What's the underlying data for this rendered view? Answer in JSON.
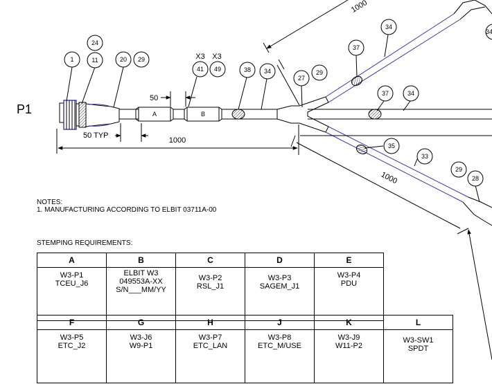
{
  "connector_label": "P1",
  "callouts": {
    "c1": "1",
    "c24": "24",
    "c11": "11",
    "c20": "20",
    "c29a": "29",
    "c41": "41",
    "c49": "49",
    "c38": "38",
    "c34a": "34",
    "c27": "27",
    "c29b": "29",
    "c37a": "37",
    "c34b": "34",
    "c34c": "34",
    "c37b": "37",
    "c34d": "34",
    "c35": "35",
    "c33": "33",
    "c29c": "29",
    "c28": "28"
  },
  "qty_labels": {
    "x3a": "X3",
    "x3b": "X3"
  },
  "markers": {
    "a": "A",
    "b": "B"
  },
  "dimensions": {
    "d50": "50",
    "d50typ": "50 TYP",
    "d1000_main": "1000",
    "d1000_top": "1000",
    "d1000_lower": "1000"
  },
  "notes": {
    "heading": "NOTES:",
    "item1": "1.   MANUFACTURING ACCORDING TO ELBIT 03711A-00"
  },
  "stemping": {
    "heading": "STEMPING REQUIREMENTS:",
    "row1": {
      "headers": [
        "A",
        "B",
        "C",
        "D",
        "E"
      ],
      "cells": [
        [
          "W3-P1",
          "TCEU_J6"
        ],
        [
          "ELBIT W3",
          "049553A-XX",
          "S/N___MM/YY"
        ],
        [
          "W3-P2",
          "RSL_J1"
        ],
        [
          "W3-P3",
          "SAGEM_J1"
        ],
        [
          "W3-P4",
          "PDU"
        ]
      ]
    },
    "row2": {
      "headers": [
        "F",
        "G",
        "H",
        "J",
        "K",
        "L"
      ],
      "cells": [
        [
          "W3-P5",
          "ETC_J2"
        ],
        [
          "W3-J6",
          "W9-P1"
        ],
        [
          "W3-P7",
          "ETC_LAN"
        ],
        [
          "W3-P8",
          "ETC_M/USE"
        ],
        [
          "W3-J9",
          "W11-P2"
        ],
        [
          "W3-SW1",
          "SPDT"
        ]
      ]
    }
  }
}
